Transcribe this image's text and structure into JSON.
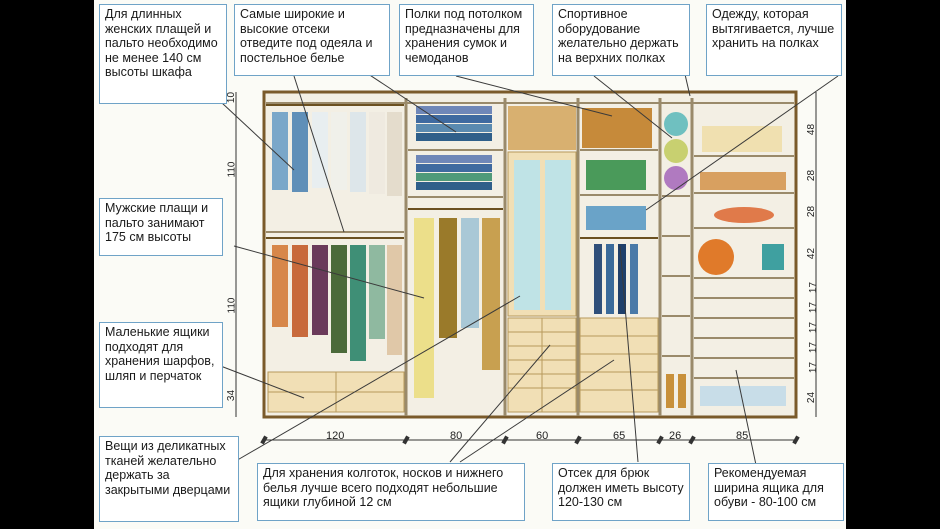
{
  "callouts": [
    "Для длинных женских плащей и пальто необходимо не менее 140 см высоты шкафа",
    "Самые широкие и высокие отсеки отведите под одеяла и постельное белье",
    "Полки под потолком предназначены для хранения сумок и чемоданов",
    "Спортивное оборудование желательно держать на верхних полках",
    "Одежду, которая вытягивается, лучше хранить на полках",
    "Мужские плащи и пальто занимают 175 см высоты",
    "Маленькие ящики подходят для хранения шарфов, шляп и перчаток",
    "Вещи из деликатных тканей желательно держать за закрытыми дверцами",
    "Для хранения колготок, носков и нижнего белья лучше всего подходят небольшие ящики глубиной 12 см",
    "Отсек для брюк должен иметь высоту 120-130 см",
    "Рекомендуемая ширина ящика для обуви - 80-100 см"
  ],
  "widths": [
    "120",
    "80",
    "60",
    "65",
    "26",
    "85"
  ],
  "left_heights": [
    "10",
    "110",
    "110",
    "34"
  ],
  "right_heights": [
    "48",
    "28",
    "28",
    "42",
    "17",
    "17",
    "17",
    "17",
    "17",
    "24"
  ],
  "colors": {
    "frame": "#7a5a2a",
    "callout_border": "#6fa3c7",
    "leader": "#3a3a3a"
  }
}
